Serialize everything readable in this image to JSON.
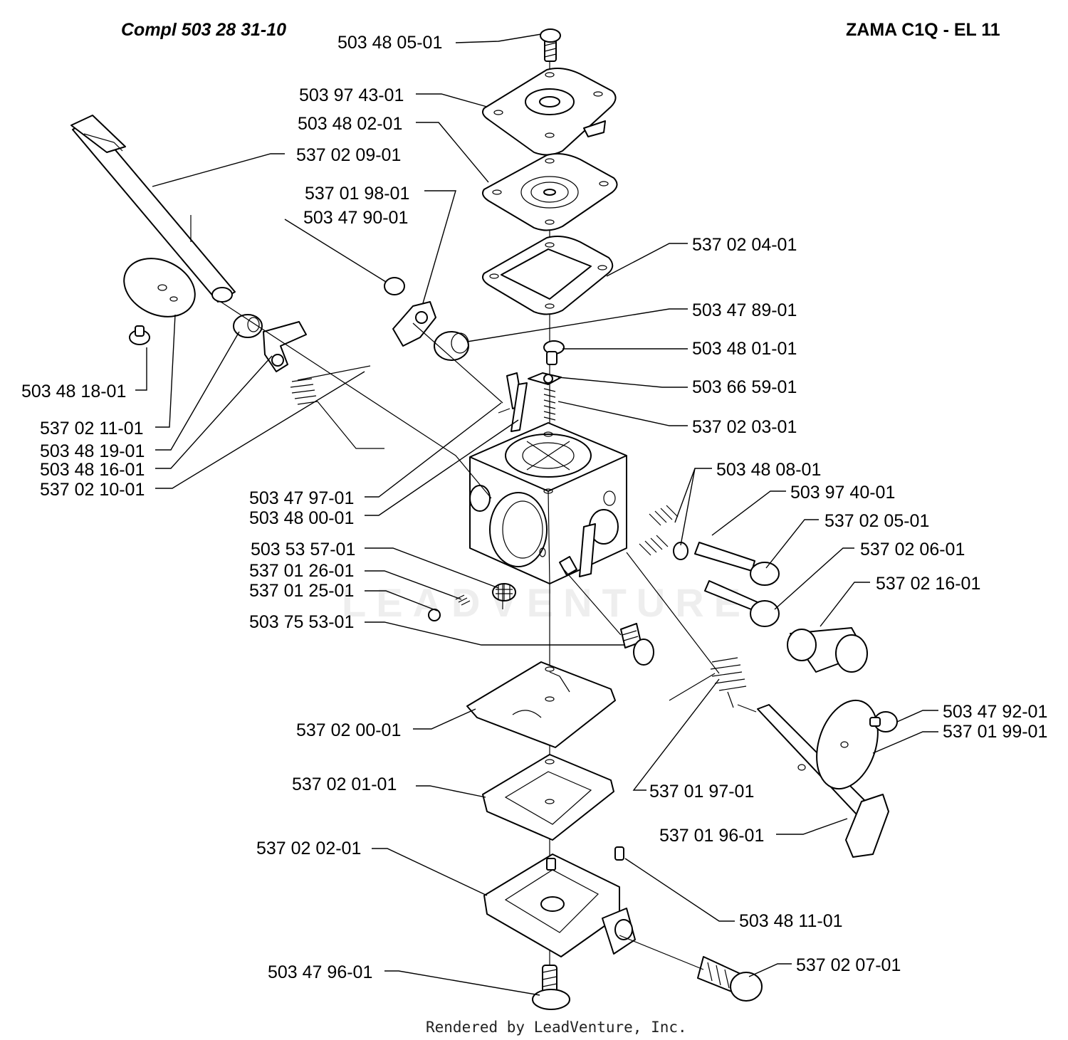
{
  "header": {
    "assembly": "Compl 503 28 31-10",
    "model": "ZAMA C1Q - EL 11"
  },
  "watermark": "LEADVENTURE",
  "footer": "Rendered by LeadVenture, Inc.",
  "parts": [
    "503 48 05-01",
    "503 97 43-01",
    "503 48 02-01",
    "537 02 09-01",
    "537 01 98-01",
    "503 47 90-01",
    "537 02 04-01",
    "503 47 89-01",
    "503 48 01-01",
    "503 66 59-01",
    "537 02 03-01",
    "503 48 18-01",
    "537 02 11-01",
    "503 48 19-01",
    "503 48 16-01",
    "537 02 10-01",
    "503 48 08-01",
    "503 97 40-01",
    "537 02 05-01",
    "503 47 97-01",
    "503 48 00-01",
    "537 02 06-01",
    "503 53 57-01",
    "537 01 26-01",
    "537 01 25-01",
    "537 02 16-01",
    "503 75 53-01",
    "503 47 92-01",
    "537 01 99-01",
    "537 02 00-01",
    "537 01 97-01",
    "537 02 01-01",
    "537 01 96-01",
    "537 02 02-01",
    "503 48 11-01",
    "537 02 07-01",
    "503 47 96-01"
  ]
}
